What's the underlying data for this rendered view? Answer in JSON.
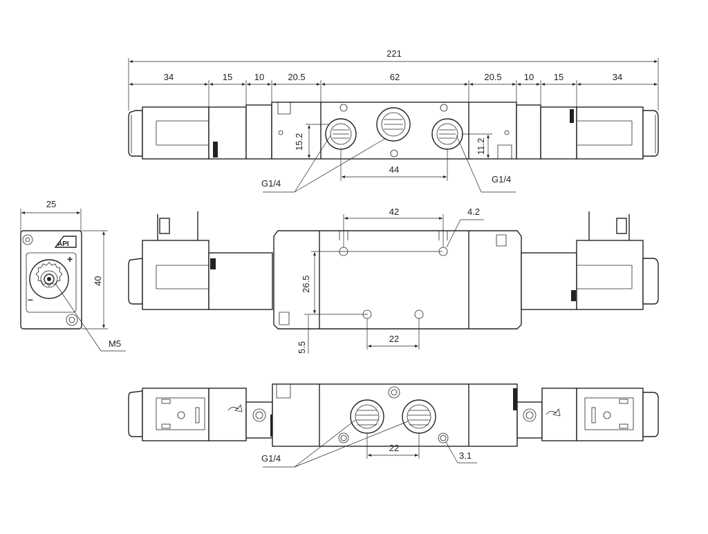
{
  "top_view": {
    "overall_width": "221",
    "segments": [
      "34",
      "15",
      "10",
      "20.5",
      "62",
      "20.5",
      "10",
      "15",
      "34"
    ],
    "port_height_left": "15.2",
    "port_height_right": "11.2",
    "port_spacing": "44",
    "thread_left": "G1/4",
    "thread_right": "G1/4"
  },
  "side_view": {
    "width": "25",
    "height": "40",
    "manual_override_thread": "M5",
    "logo_text": "API"
  },
  "front_view": {
    "hole_spacing_top": "42",
    "hole_diameter": "4.2",
    "vertical_spacing": "26.5",
    "bottom_offset": "5.5",
    "hole_spacing_bottom": "22"
  },
  "bottom_view": {
    "thread": "G1/4",
    "port_spacing": "22",
    "hole_diameter": "3.1"
  }
}
